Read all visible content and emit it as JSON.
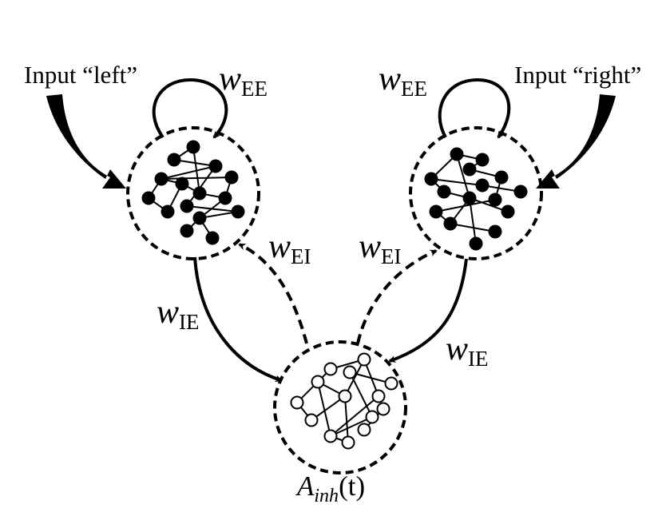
{
  "inputs": {
    "left": "Input “left”",
    "right": "Input “right”"
  },
  "weights": {
    "symbol": "w",
    "ee": "EE",
    "ei": "EI",
    "ie": "IE"
  },
  "inhibitory": {
    "symbol": "A",
    "subscript": "inh",
    "argument": "(t)"
  },
  "colors": {
    "stroke": "#000000",
    "background": "#ffffff"
  }
}
